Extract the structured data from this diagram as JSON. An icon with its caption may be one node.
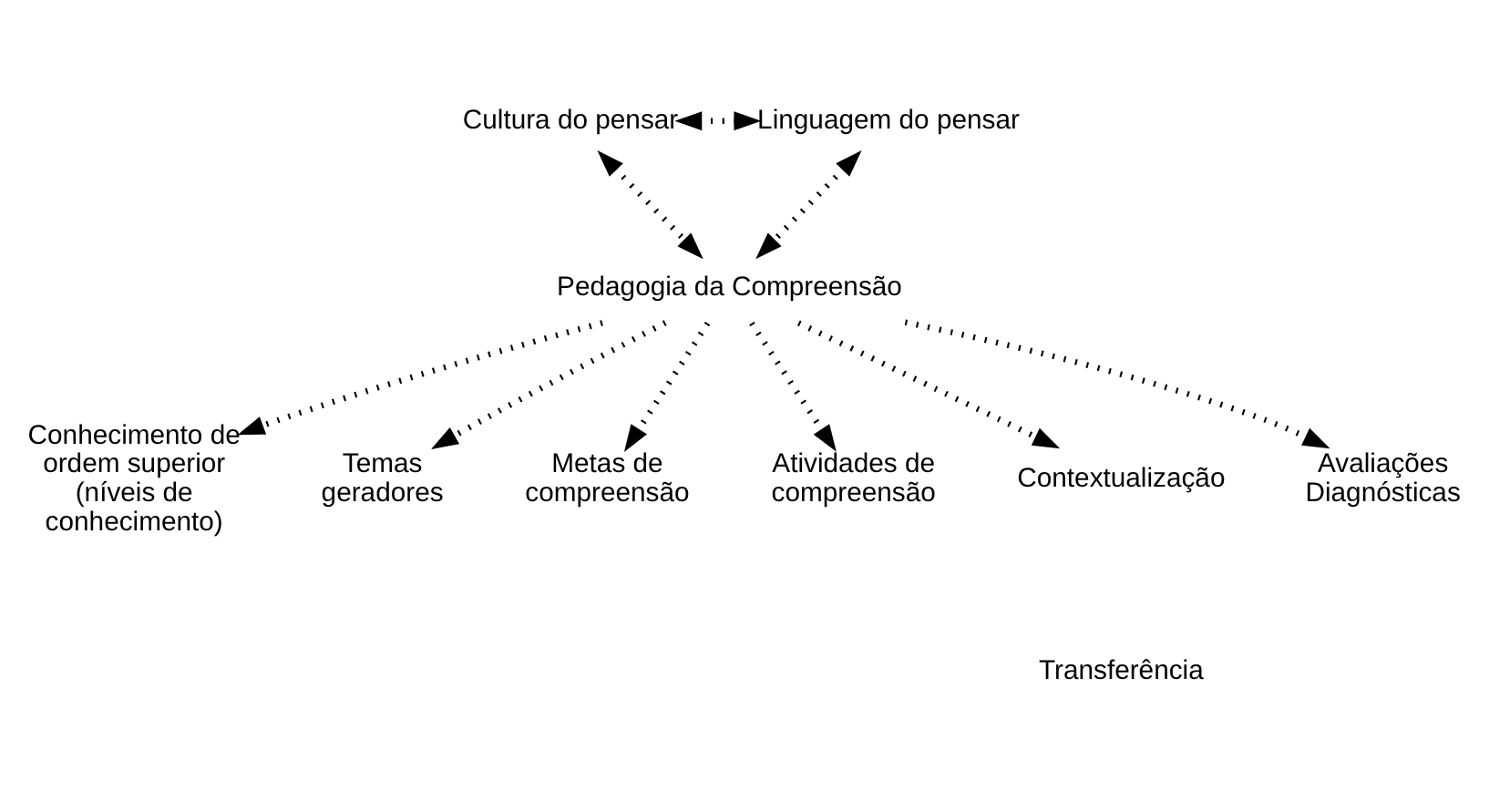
{
  "diagram": {
    "nodes": [
      {
        "text": [
          "Cultura do pensar"
        ]
      },
      {
        "text": [
          "Linguagem do pensar"
        ]
      },
      {
        "text": [
          "Pedagogia da Compreensão"
        ]
      },
      {
        "text": [
          "Conhecimento de ordem superior (níveis de conhecimento)"
        ]
      },
      {
        "text": [
          "Temas geradores"
        ]
      },
      {
        "text": [
          "Metas de compreensão"
        ]
      },
      {
        "text": [
          "Atividades de compreensão"
        ]
      },
      {
        "text": [
          "Contextualização"
        ]
      },
      {
        "text": [
          "Avaliações Diagnósticas"
        ]
      }
    ],
    "edges": [
      {
        "from": 0,
        "to": 1,
        "arrow": "both"
      },
      {
        "from": 0,
        "to": 2,
        "arrow": "both"
      },
      {
        "from": 1,
        "to": 2,
        "arrow": "both"
      },
      {
        "from": 2,
        "to": 3,
        "arrow": "to"
      },
      {
        "from": 2,
        "to": 4,
        "arrow": "to"
      },
      {
        "from": 2,
        "to": 5,
        "arrow": "to"
      },
      {
        "from": 2,
        "to": 6,
        "arrow": "to"
      },
      {
        "from": 2,
        "to": 7,
        "arrow": "to"
      },
      {
        "from": 2,
        "to": 8,
        "arrow": "to"
      }
    ],
    "labels": [
      "Transferência"
    ]
  }
}
